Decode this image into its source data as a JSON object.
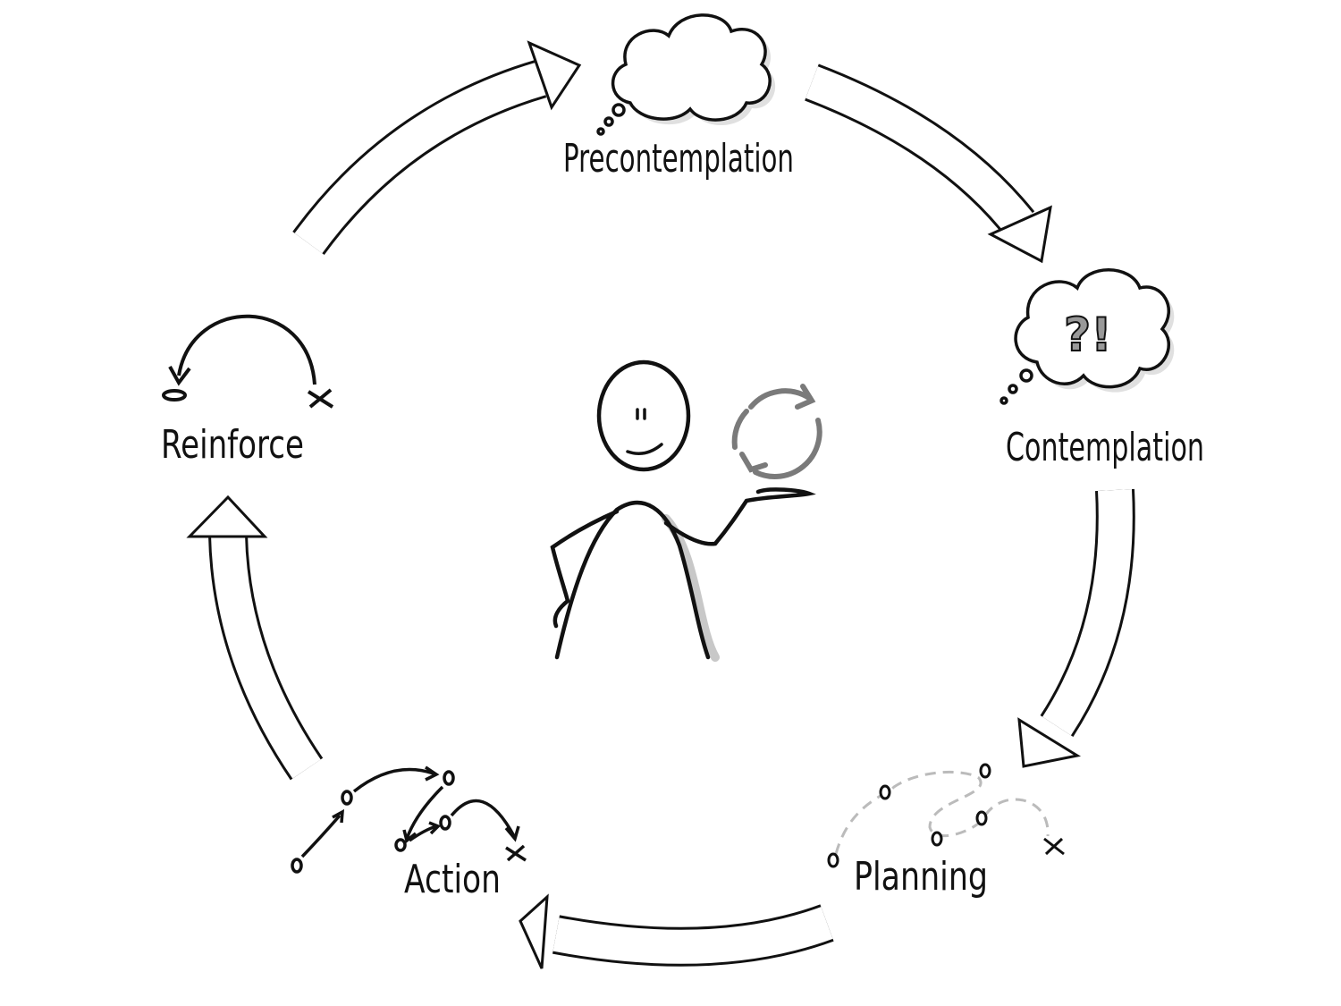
{
  "stages": [
    {
      "id": "precontemplation",
      "label": "Precontemplation"
    },
    {
      "id": "contemplation",
      "label": "Contemplation"
    },
    {
      "id": "planning",
      "label": "Planning"
    },
    {
      "id": "action",
      "label": "Action"
    },
    {
      "id": "reinforce",
      "label": "Reinforce"
    }
  ],
  "contemplation_cloud_symbols": "?!",
  "colors": {
    "stroke": "#111111",
    "shadow": "#c8c8c8",
    "cycle_icon": "#7a7a7a",
    "dashed_path": "#bdbdbd"
  }
}
